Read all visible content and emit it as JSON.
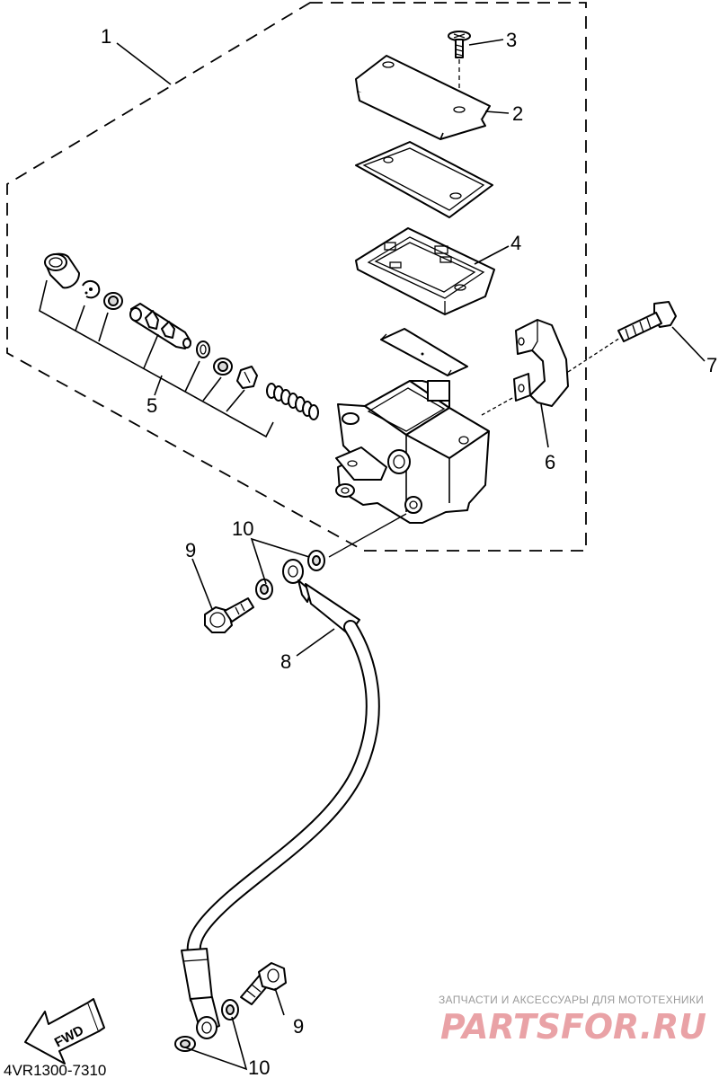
{
  "diagram": {
    "callouts": {
      "c1": "1",
      "c2": "2",
      "c3": "3",
      "c4": "4",
      "c5": "5",
      "c6": "6",
      "c7": "7",
      "c8": "8",
      "c9a": "9",
      "c10a": "10",
      "c9b": "9",
      "c10b": "10"
    },
    "direction_arrow": "FWD",
    "part_code": "4VR1300-7310"
  },
  "watermark": {
    "tagline": "ЗАПЧАСТИ И АКСЕССУАРЫ ДЛЯ МОТОТЕХНИКИ",
    "brand": "PARTSFOR.RU"
  }
}
